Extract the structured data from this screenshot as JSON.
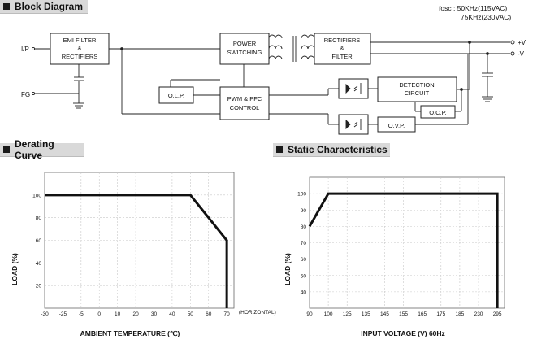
{
  "block_diagram": {
    "title": "Block Diagram",
    "freq_note_line1": "fosc : 50KHz(115VAC)",
    "freq_note_line2": "75KHz(230VAC)",
    "input_label": "I/P",
    "fg_label": "FG",
    "emi_line1": "EMI FILTER",
    "emi_amp": "&",
    "emi_line2": "RECTIFIERS",
    "power_line1": "POWER",
    "power_line2": "SWITCHING",
    "rect_line1": "RECTIFIERS",
    "rect_amp": "&",
    "rect_line2": "FILTER",
    "olp": "O.L.P.",
    "pwm_line1": "PWM & PFC",
    "pwm_line2": "CONTROL",
    "detect_line1": "DETECTION",
    "detect_line2": "CIRCUIT",
    "ocp": "O.C.P.",
    "ovp": "O.V.P.",
    "vplus": "+V",
    "vminus": "-V"
  },
  "derating_curve": {
    "title": "Derating Curve",
    "xlabel": "AMBIENT TEMPERATURE (℃)",
    "ylabel": "LOAD (%)",
    "x_suffix": "(HORIZONTAL)",
    "x_ticks": [
      "-30",
      "-25",
      "-5",
      "0",
      "10",
      "20",
      "30",
      "40",
      "50",
      "60",
      "70"
    ],
    "y_ticks": [
      "100",
      "80",
      "60",
      "40",
      "20"
    ]
  },
  "static_characteristics": {
    "title": "Static Characteristics",
    "xlabel": "INPUT VOLTAGE (V) 60Hz",
    "ylabel": "LOAD (%)",
    "x_ticks": [
      "90",
      "100",
      "125",
      "135",
      "145",
      "155",
      "165",
      "175",
      "185",
      "230",
      "295"
    ],
    "y_ticks": [
      "100",
      "90",
      "80",
      "70",
      "60",
      "50",
      "40"
    ]
  },
  "chart_data": [
    {
      "type": "line",
      "title": "Derating Curve",
      "xlabel": "AMBIENT TEMPERATURE (℃)",
      "ylabel": "LOAD (%)",
      "x_ticks": [
        "-30",
        "-25",
        "-5",
        "0",
        "10",
        "20",
        "30",
        "40",
        "50",
        "60",
        "70"
      ],
      "y_ticks": [
        100,
        80,
        60,
        40,
        20
      ],
      "ylim": [
        0,
        120
      ],
      "series": [
        {
          "x_tick_index": [
            0,
            8,
            10,
            10
          ],
          "y": [
            100,
            100,
            60,
            0
          ]
        }
      ]
    },
    {
      "type": "line",
      "title": "Static Characteristics",
      "xlabel": "INPUT VOLTAGE (V) 60Hz",
      "ylabel": "LOAD (%)",
      "x_ticks": [
        "90",
        "100",
        "125",
        "135",
        "145",
        "155",
        "165",
        "175",
        "185",
        "230",
        "295"
      ],
      "y_ticks": [
        100,
        90,
        80,
        70,
        60,
        50,
        40
      ],
      "ylim": [
        30,
        110
      ],
      "series": [
        {
          "x": [
            90,
            100,
            295,
            295
          ],
          "y": [
            80,
            100,
            100,
            30
          ]
        }
      ]
    }
  ]
}
